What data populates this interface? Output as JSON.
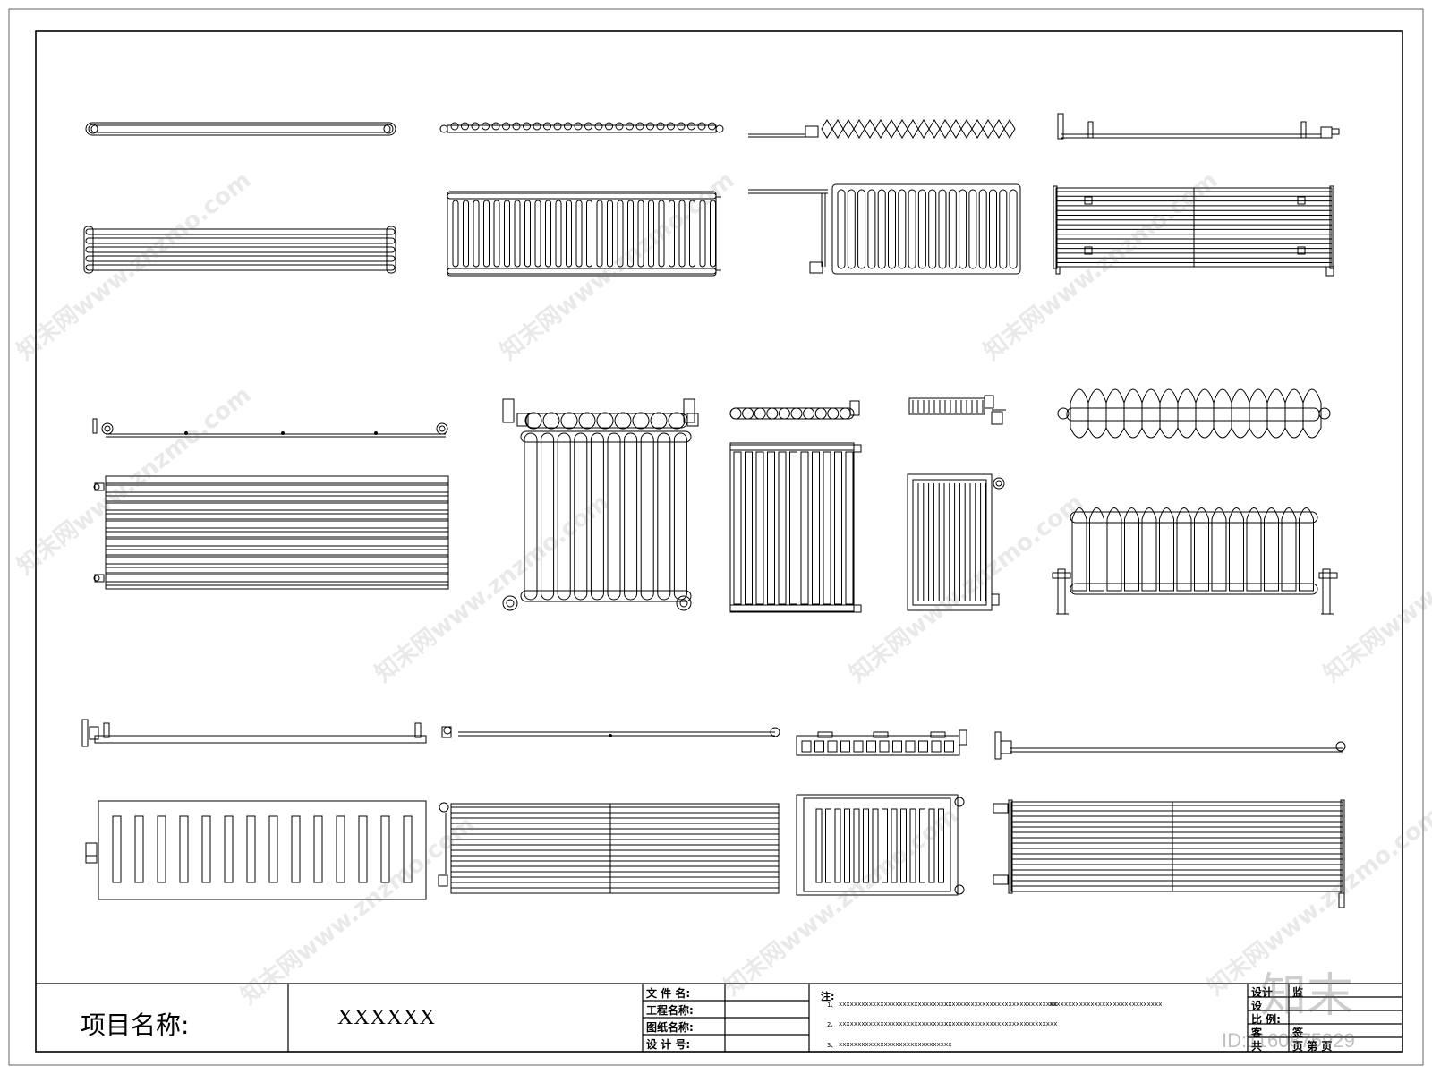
{
  "title_block": {
    "project_label": "项目名称:",
    "project_value": "XXXXXX",
    "fields": [
      "文 件 名:",
      "工程名称:",
      "图纸名称:",
      "设 计 号:"
    ],
    "notes_title": "注:",
    "notes": [
      {
        "num": "1、",
        "parts": [
          "xxxxxxxxxxxxxxxxxxxxxxxxxxxxxx",
          "xxxxxxxxxxxxxxxxxxxxxxxxxxxxxx",
          "xxxxxxxxxxxxxxxxxxxxxxxxxxxxxx"
        ]
      },
      {
        "num": "2、",
        "parts": [
          "xxxxxxxxxxxxxxxxxxxxxxxxxxxxxx",
          "xxxxxxxxxxxxxxxxxxxxxxxxxxxxxx"
        ]
      },
      {
        "num": "3、",
        "parts": [
          "xxxxxxxxxxxxxxxxxxxxxxxxxxxxxx"
        ]
      }
    ],
    "right_fields": [
      "设计",
      "设",
      "比    例:",
      "客",
      "共"
    ],
    "right_values": [
      "监",
      "",
      "",
      "签",
      "页    第    页"
    ]
  },
  "watermark": {
    "text": "知末网www.znzmo.com",
    "logo": "知末",
    "image_id": "ID:1160875929"
  }
}
